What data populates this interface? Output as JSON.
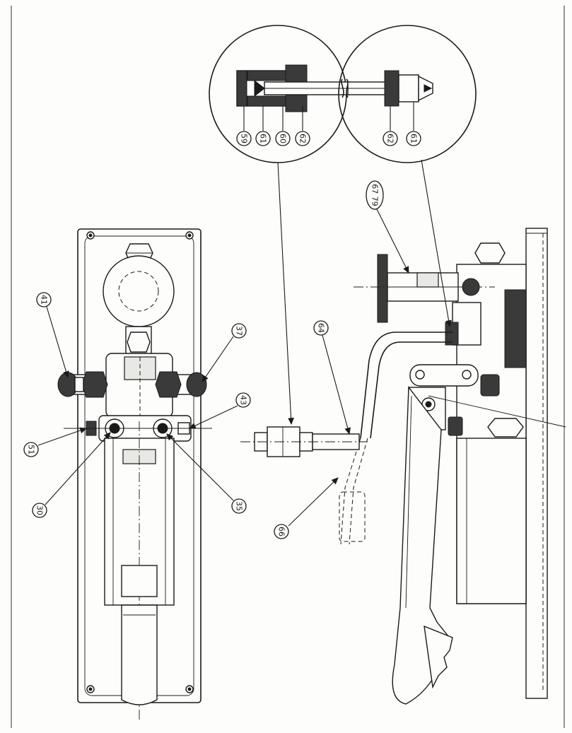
{
  "callouts": {
    "c59": "59",
    "c61a": "61",
    "c60": "60",
    "c62a": "62",
    "c62b": "62",
    "c61b": "61",
    "c67_79": "67 79",
    "c64": "64",
    "c66": "66",
    "c41": "41",
    "c37": "37",
    "c43": "43",
    "c51": "51",
    "c30": "30",
    "c35": "35"
  }
}
